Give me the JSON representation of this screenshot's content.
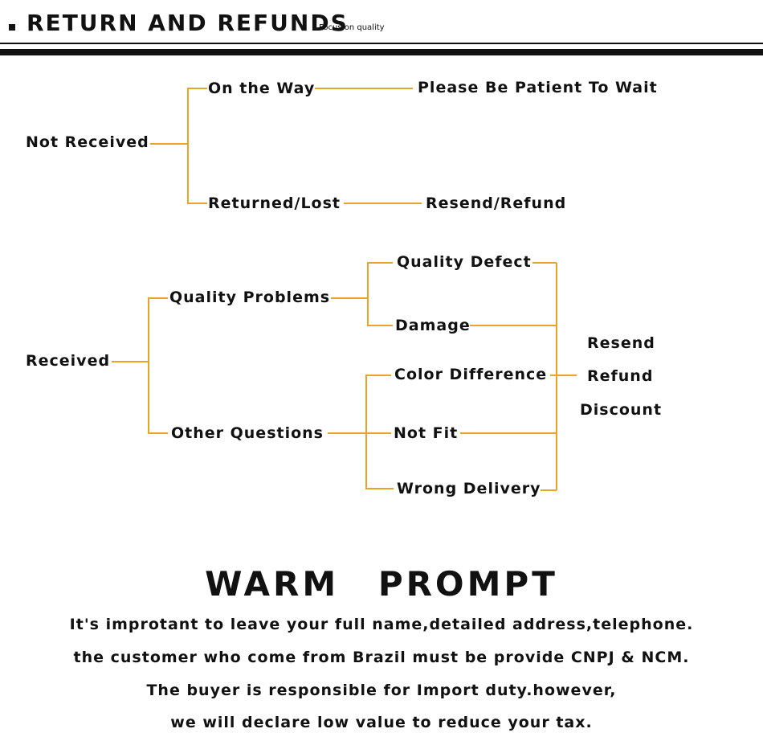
{
  "header": {
    "title": "RETURN AND REFUNDS",
    "subtitle": "Focus on quality"
  },
  "colors": {
    "connector": "#e8a328",
    "text": "#111111"
  },
  "not_received": {
    "label": "Not Received",
    "branches": [
      {
        "label": "On the Way",
        "result": "Please Be Patient To Wait"
      },
      {
        "label": "Returned/Lost",
        "result": "Resend/Refund"
      }
    ]
  },
  "received": {
    "label": "Received",
    "quality_problems": {
      "label": "Quality Problems",
      "items": [
        "Quality Defect",
        "Damage"
      ]
    },
    "other_questions": {
      "label": "Other Questions",
      "items": [
        "Color Difference",
        "Not Fit",
        "Wrong Delivery"
      ]
    },
    "outcomes": [
      "Resend",
      "Refund",
      "Discount"
    ]
  },
  "warm_prompt": {
    "title": "WARM PROMPT",
    "lines": [
      "It's improtant to leave your full name,detailed address,telephone.",
      "the customer who come from Brazil must be provide CNPJ & NCM.",
      "The buyer is responsible for Import duty.however,",
      "we will declare low value to reduce your tax."
    ]
  }
}
